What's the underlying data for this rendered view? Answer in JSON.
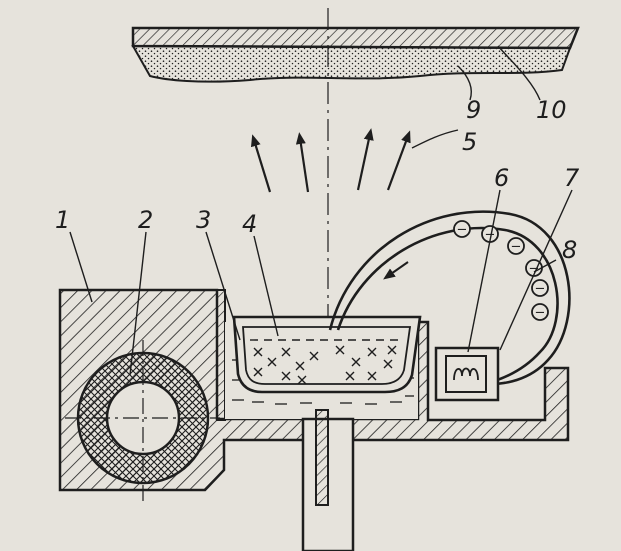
{
  "labels": {
    "l1": "1",
    "l2": "2",
    "l3": "3",
    "l4": "4",
    "l5": "5",
    "l6": "6",
    "l7": "7",
    "l8": "8",
    "l9": "9",
    "l10": "10"
  },
  "charge_symbol": "−",
  "colors": {
    "ink": "#1e1e1e",
    "paper": "#e6e3dc"
  }
}
